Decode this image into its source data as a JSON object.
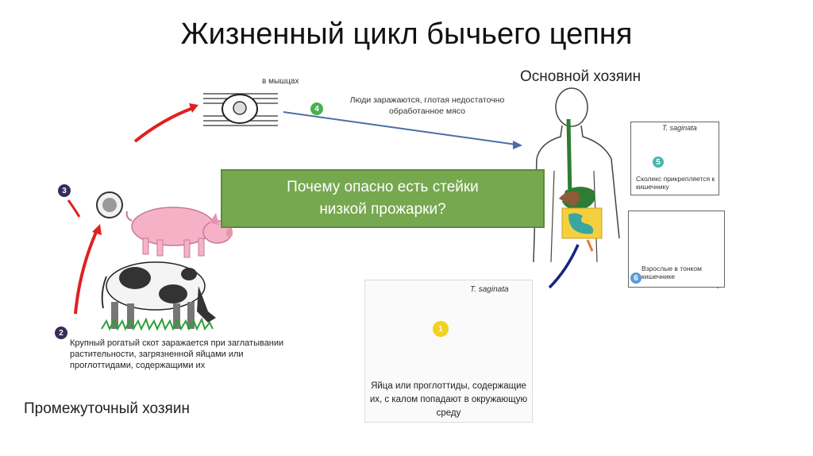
{
  "title": "Жизненный цикл бычьего цепня",
  "hosts": {
    "definitive": "Основной хозяин",
    "intermediate": "Промежуточный хозяин"
  },
  "callout": {
    "line1": "Почему опасно есть стейки",
    "line2": "низкой прожарки?"
  },
  "stages": {
    "muscle_label": "в мышцах",
    "s1_num": "1",
    "s2_num": "2",
    "s3_num": "3",
    "s4_num": "4",
    "s5_num": "5",
    "s6_num": "6",
    "s2_text": "Крупный рогатый скот заражается при заглатывании растительности, загрязненной яйцами или проглоттидами, содержащими их",
    "s4_text": "Люди заражаются, глотая недостаточно обработанное мясо",
    "s5_title": "T. saginata",
    "s5_text": "Сколекс прикрепляется к кишечнику",
    "s6_text": "Взрослые в тонком кишечнике",
    "s1_title": "T. saginata",
    "s1_text": "Яйца или проглоттиды, содержащие их, с калом попадают в окружающую среду"
  },
  "colors": {
    "arrow_red": "#e02020",
    "arrow_blue": "#1a237e",
    "arrow_line": "#4a6fa5",
    "callout_bg": "#76a84f",
    "stage_green": "#4caf50",
    "stage_purple": "#3c2a5a",
    "stage_teal": "#4db6ac",
    "stage_blue": "#5c9bd6",
    "stage_yellow": "#f2d21b"
  }
}
